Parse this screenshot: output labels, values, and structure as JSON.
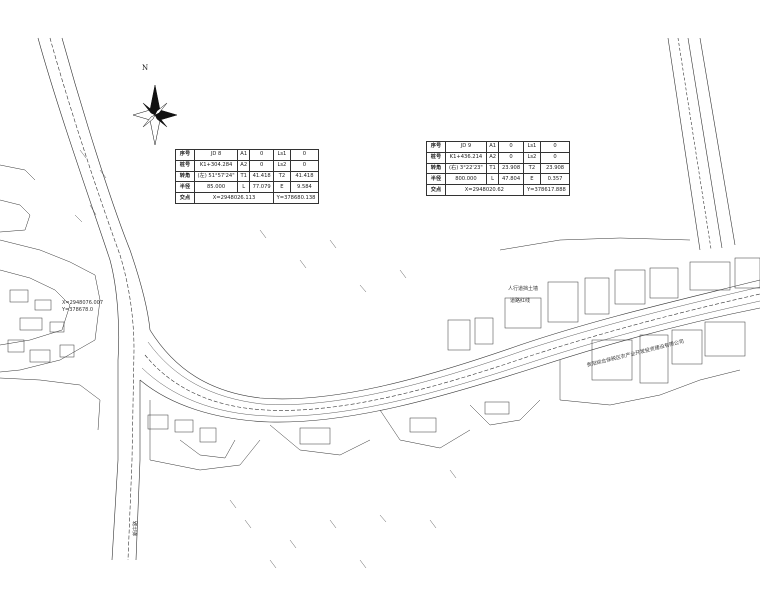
{
  "compass": {
    "north_label": "N"
  },
  "curve_tables": [
    {
      "id": "left",
      "rows": [
        [
          "序号",
          "JD 8",
          "A1",
          "0",
          "Ls1",
          "0"
        ],
        [
          "桩号",
          "K1+304.284",
          "A2",
          "0",
          "Ls2",
          "0"
        ],
        [
          "转角",
          "(左) 51°57'24\"",
          "T1",
          "41.418",
          "T2",
          "41.418"
        ],
        [
          "半径",
          "85.000",
          "L",
          "77.079",
          "E",
          "9.584"
        ],
        [
          "交点",
          "X=2948026.113",
          "Y=378680.138"
        ]
      ]
    },
    {
      "id": "right",
      "rows": [
        [
          "序号",
          "JD 9",
          "A1",
          "0",
          "Ls1",
          "0"
        ],
        [
          "桩号",
          "K1+436.214",
          "A2",
          "0",
          "Ls2",
          "0"
        ],
        [
          "转角",
          "(右) 3°22'23\"",
          "T1",
          "23.908",
          "T2",
          "23.908"
        ],
        [
          "半径",
          "800.000",
          "L",
          "47.804",
          "E",
          "0.357"
        ],
        [
          "交点",
          "X=2948020.62",
          "Y=378617.888"
        ]
      ]
    }
  ],
  "annotations": [
    {
      "text": "X=2948076.007",
      "name": "coordinate-x-label"
    },
    {
      "text": "Y=378678.0",
      "name": "coordinate-y-label"
    },
    {
      "text": "新庄路",
      "name": "road-name-label"
    },
    {
      "text": "人行道挡土墙",
      "name": "sidewalk-retaining-wall-label"
    },
    {
      "text": "道路红线",
      "name": "road-red-line-label"
    },
    {
      "text": "贵阳综合保税区农产业开发投资建设有限公司",
      "name": "company-parcel-label"
    }
  ]
}
